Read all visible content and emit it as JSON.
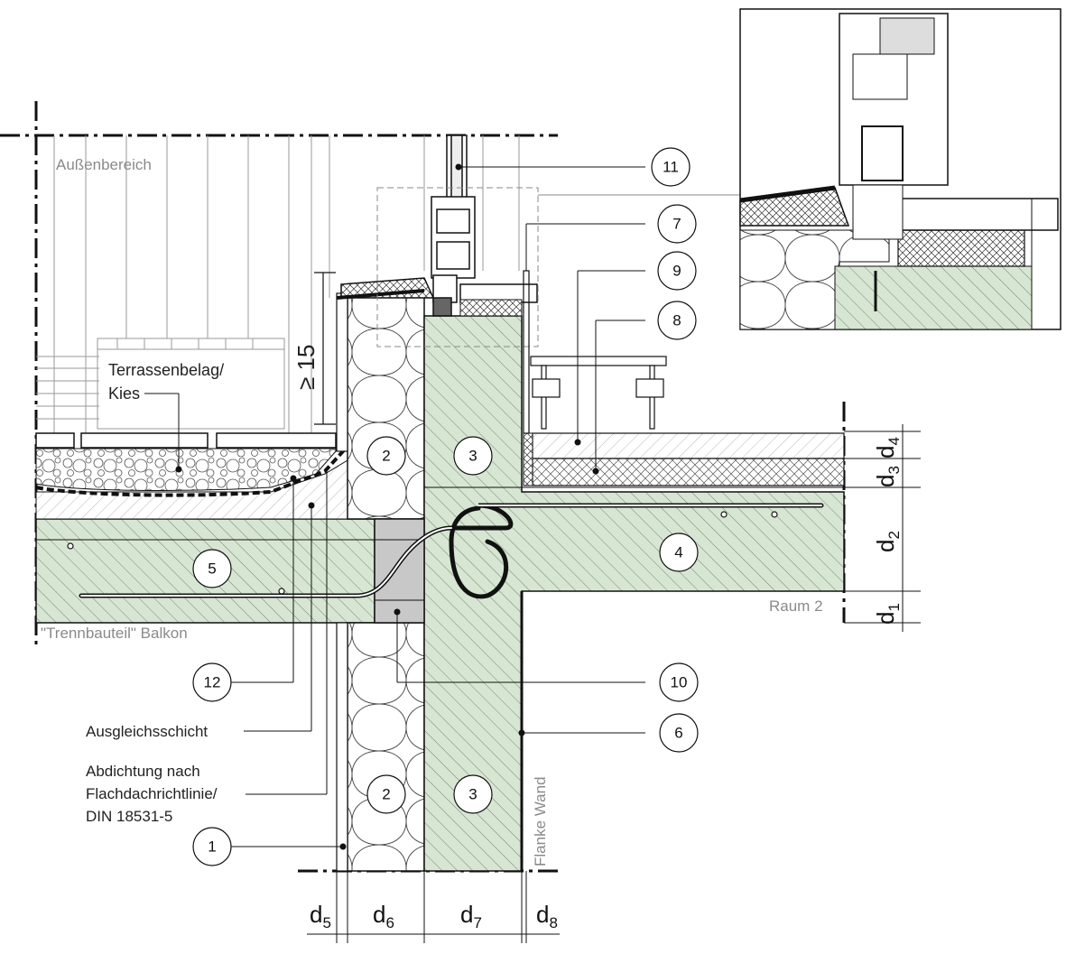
{
  "labels": {
    "exterior": "Außenbereich",
    "terrace_line1": "Terrassenbelag/",
    "terrace_line2": "Kies",
    "balcony": "\"Trennbauteil\" Balkon",
    "room": "Raum 2",
    "flank_wall": "Flanke Wand",
    "leveling": "Ausgleichsschicht",
    "seal_line1": "Abdichtung nach",
    "seal_line2": "Flachdachrichtlinie/",
    "seal_line3": "DIN 18531-5",
    "height_min": "≥ 15"
  },
  "callouts": [
    "1",
    "2",
    "3",
    "4",
    "5",
    "6",
    "7",
    "8",
    "9",
    "10",
    "11",
    "12"
  ],
  "dimensions": {
    "d1": {
      "base": "d",
      "sub": "1"
    },
    "d2": {
      "base": "d",
      "sub": "2"
    },
    "d3": {
      "base": "d",
      "sub": "3"
    },
    "d4": {
      "base": "d",
      "sub": "4"
    },
    "d5": {
      "base": "d",
      "sub": "5"
    },
    "d6": {
      "base": "d",
      "sub": "6"
    },
    "d7": {
      "base": "d",
      "sub": "7"
    },
    "d8": {
      "base": "d",
      "sub": "8"
    }
  },
  "colors": {
    "concrete": "#d7e6d2",
    "insulation_bg": "#ffffff",
    "grey_block": "#c8c8c8",
    "line": "#111111",
    "label_grey": "#8a8a8a"
  }
}
